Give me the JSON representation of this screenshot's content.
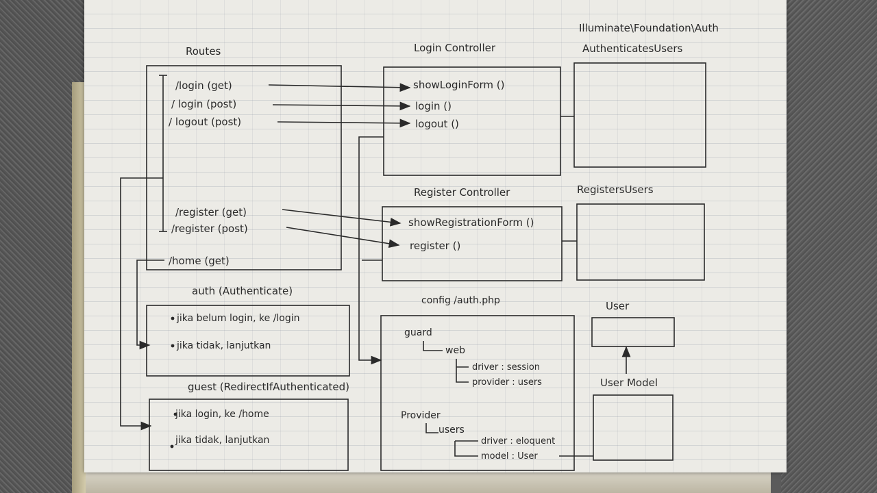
{
  "diagram": {
    "routes": {
      "title": "Routes",
      "items": [
        "/login (get)",
        "/ login (post)",
        "/ logout (post)",
        "/register (get)",
        "/register (post)",
        "/home (get)"
      ]
    },
    "login_controller": {
      "title": "Login Controller",
      "methods": [
        "showLoginForm ()",
        "login ()",
        "logout ()"
      ]
    },
    "register_controller": {
      "title": "Register Controller",
      "methods": [
        "showRegistrationForm ()",
        "register ()"
      ]
    },
    "namespace": "Illuminate\\Foundation\\Auth",
    "authenticates_users": "AuthenticatesUsers",
    "registers_users": "RegistersUsers",
    "auth_middleware": {
      "title": "auth (Authenticate)",
      "items": [
        "jika belum login, ke /login",
        "jika tidak, lanjutkan"
      ]
    },
    "guest_middleware": {
      "title": "guest (RedirectIfAuthenticated)",
      "items": [
        "jika login, ke /home",
        "jika tidak, lanjutkan"
      ]
    },
    "config": {
      "title": "config /auth.php",
      "guard": "guard",
      "web": "web",
      "driver_session": "driver : session",
      "provider_users": "provider : users",
      "provider": "Provider",
      "users": "users",
      "driver_eloquent": "driver : eloquent",
      "model_user": "model : User"
    },
    "user": {
      "title": "User"
    },
    "user_model": {
      "title": "User Model"
    }
  }
}
